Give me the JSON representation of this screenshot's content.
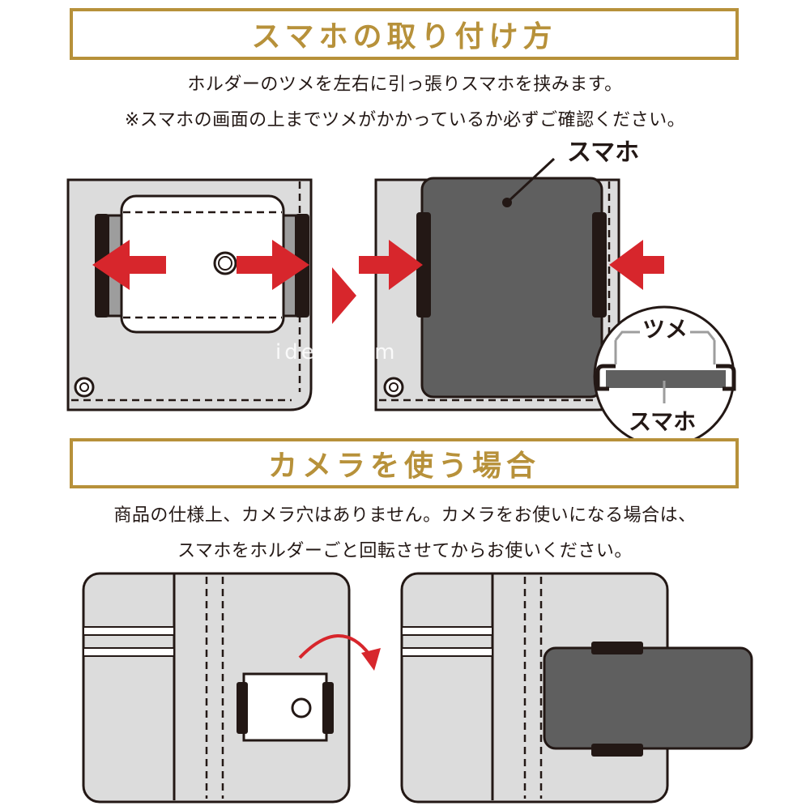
{
  "section1": {
    "title": "スマホの取り付け方",
    "line1": "ホルダーのツメを左右に引っ張りスマホを挟みます。",
    "line2": "※スマホの画面の上までツメがかかっているか必ずご確認ください。"
  },
  "labels": {
    "smartphone": "スマホ",
    "claw": "ツメ",
    "smartphone_zoom": "スマホ"
  },
  "watermark": "idea.com",
  "section2": {
    "title": "カメラを使う場合",
    "line1": "商品の仕様上、カメラ穴はありません。カメラをお使いになる場合は、",
    "line2": "スマホをホルダーごと回転させてからお使いください。"
  },
  "colors": {
    "gold": "#b7913a",
    "red": "#d7262c",
    "case_gray": "#dcdcdc",
    "phone_gray": "#5f5f5f",
    "outline": "#231815"
  }
}
